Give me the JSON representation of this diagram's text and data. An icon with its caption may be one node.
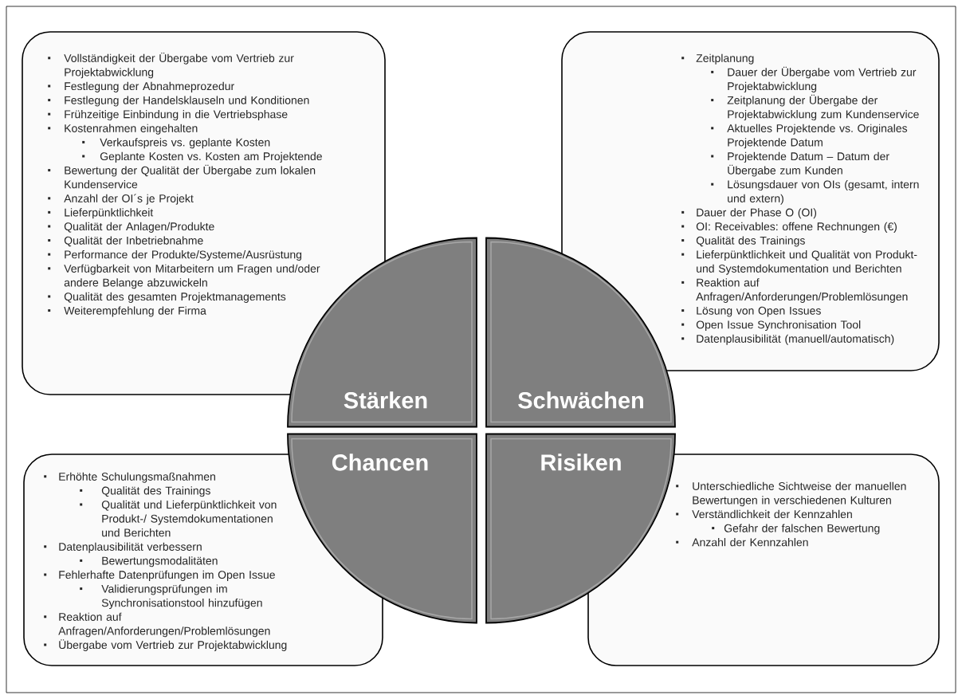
{
  "diagram": {
    "nodes": [
      {
        "text": [
          "Vollständigkeit der Übergabe vom Vertrieb zur Projektabwicklung",
          "Festlegung der Abnahmeprozedur",
          "Festlegung der Handelsklauseln und Konditionen",
          "Frühzeitige Einbindung in die Vertriebsphase",
          "Kostenrahmen eingehalten",
          "Verkaufspreis vs. geplante Kosten",
          "Geplante Kosten vs. Kosten am Projektende",
          "Bewertung der Qualität der Übergabe zum lokalen Kundenservice",
          "Anzahl der OI´s je Projekt",
          "Lieferpünktlichkeit",
          "Qualität der Anlagen/Produkte",
          "Qualität der Inbetriebnahme",
          "Performance der Produkte/Systeme/Ausrüstung",
          "Verfügbarkeit von Mitarbeitern um Fragen und/oder andere Belange abzuwickeln",
          "Qualität des gesamten Projektmanagements",
          "Weiterempfehlung der Firma"
        ]
      },
      {
        "text": [
          "Zeitplanung",
          "Dauer der Übergabe vom Vertrieb zur Projektabwicklung",
          "Zeitplanung der Übergabe der Projektabwicklung zum Kundenservice",
          "Aktuelles Projektende vs. Originales Projektende Datum",
          "Projektende Datum – Datum der Übergabe zum Kunden",
          "Lösungsdauer von OIs (gesamt, intern und extern)",
          "Dauer der Phase O (OI)",
          "OI: Receivables: offene Rechnungen (€)",
          "Qualität des Trainings",
          "Lieferpünktlichkeit und Qualität von Produkt- und Systemdokumentation und Berichten",
          "Reaktion auf Anfragen/Anforderungen/Problemlösungen",
          "Lösung von Open Issues",
          "Open Issue Synchronisation Tool",
          "Datenplausibilität (manuell/automatisch)"
        ]
      },
      {
        "text": [
          "Erhöhte Schulungsmaßnahmen",
          "Qualität des Trainings",
          "Qualität und Lieferpünktlichkeit von Produkt-/ Systemdokumentationen und Berichten",
          "Datenplausibilität verbessern",
          "Bewertungsmodalitäten",
          "Fehlerhafte Datenprüfungen im Open Issue",
          "Validierungsprüfungen im Synchronisationstool hinzufügen",
          "Reaktion auf Anfragen/Anforderungen/Problemlösungen",
          "Übergabe vom Vertrieb zur Projektabwicklung"
        ]
      },
      {
        "text": [
          "Unterschiedliche Sichtweise der manuellen Bewertungen in verschiedenen Kulturen",
          "Verständlichkeit der Kennzahlen",
          "Gefahr der falschen Bewertung",
          "Anzahl der Kennzahlen"
        ]
      },
      {
        "text": [
          "Stärken"
        ]
      },
      {
        "text": [
          "Schwächen"
        ]
      },
      {
        "text": [
          "Chancen"
        ]
      },
      {
        "text": [
          "Risiken"
        ]
      }
    ]
  }
}
